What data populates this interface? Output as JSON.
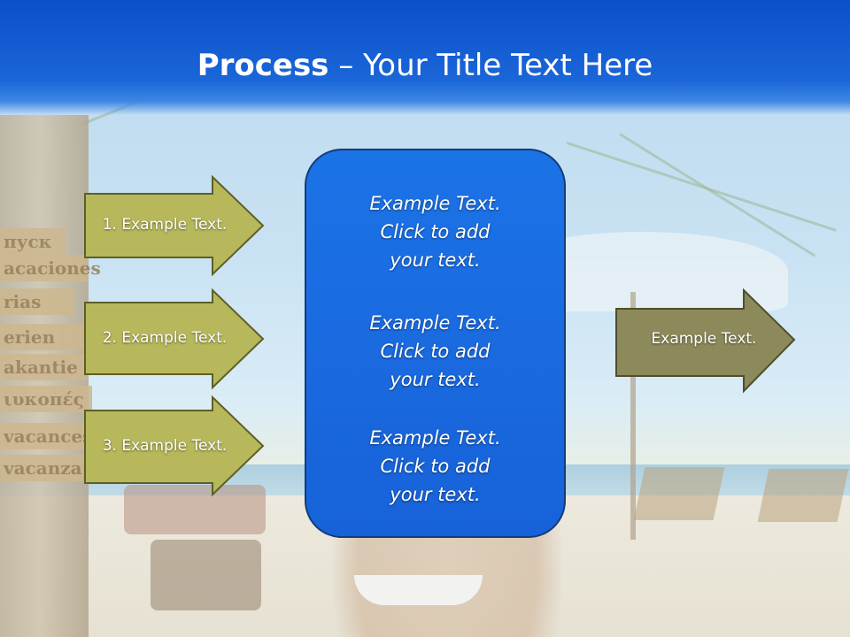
{
  "slide": {
    "title_bold": "Process",
    "title_rest": " – Your Title Text Here"
  },
  "left_arrows": [
    {
      "label": "1. Example Text."
    },
    {
      "label": "2. Example Text."
    },
    {
      "label": "3. Example Text."
    }
  ],
  "center_blocks": [
    {
      "line1": "Example Text.",
      "line2": "Click  to add",
      "line3": "your text."
    },
    {
      "line1": "Example Text.",
      "line2": "Click  to add",
      "line3": "your text."
    },
    {
      "line1": "Example Text.",
      "line2": "Click  to add",
      "line3": "your text."
    }
  ],
  "right_arrow": {
    "label": "Example Text."
  },
  "background_signs": [
    "пуск",
    "acaciones",
    "rias",
    "erien",
    "akantie",
    "ιυκοπές",
    "vacances",
    "vacanza"
  ],
  "colors": {
    "title_bar": "#0c4fc9",
    "left_arrow_fill": "#b7b85c",
    "left_arrow_border": "#5d5f25",
    "center_box_fill": "#1b73e6",
    "center_box_border": "#123c7c",
    "right_arrow_fill": "#8c8a5a",
    "right_arrow_border": "#4f4d2c"
  }
}
